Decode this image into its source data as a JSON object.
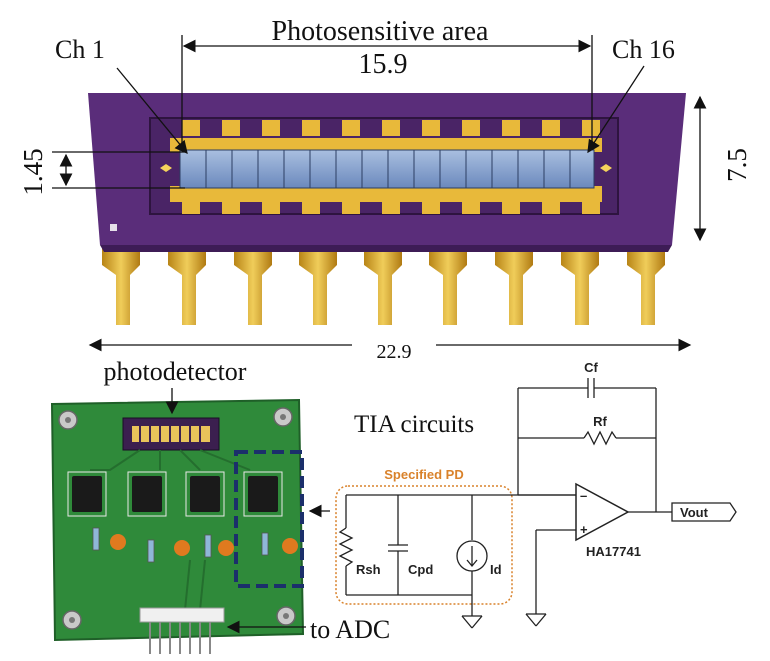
{
  "top": {
    "photosensitive_label": "Photosensitive area",
    "photosensitive_value": "15.9",
    "ch_first": "Ch 1",
    "ch_last": "Ch 16",
    "height_value": "1.45",
    "chip_height": "7.5",
    "chip_width": "22.9"
  },
  "board": {
    "photodetector_label": "photodetector",
    "adc_label": "to ADC"
  },
  "circuit": {
    "title": "TIA circuits",
    "specified_pd": "Specified PD",
    "cf": "Cf",
    "rf": "Rf",
    "rsh": "Rsh",
    "cpd": "Cpd",
    "id": "Id",
    "opamp": "HA17741",
    "vout": "Vout"
  },
  "colors": {
    "chip_purple": "#5a2d7a",
    "gold": "#d8a82a",
    "pcb_green": "#2f8a3a",
    "pd_box": "#d9822b",
    "dashed_box": "#1b2f6b"
  }
}
